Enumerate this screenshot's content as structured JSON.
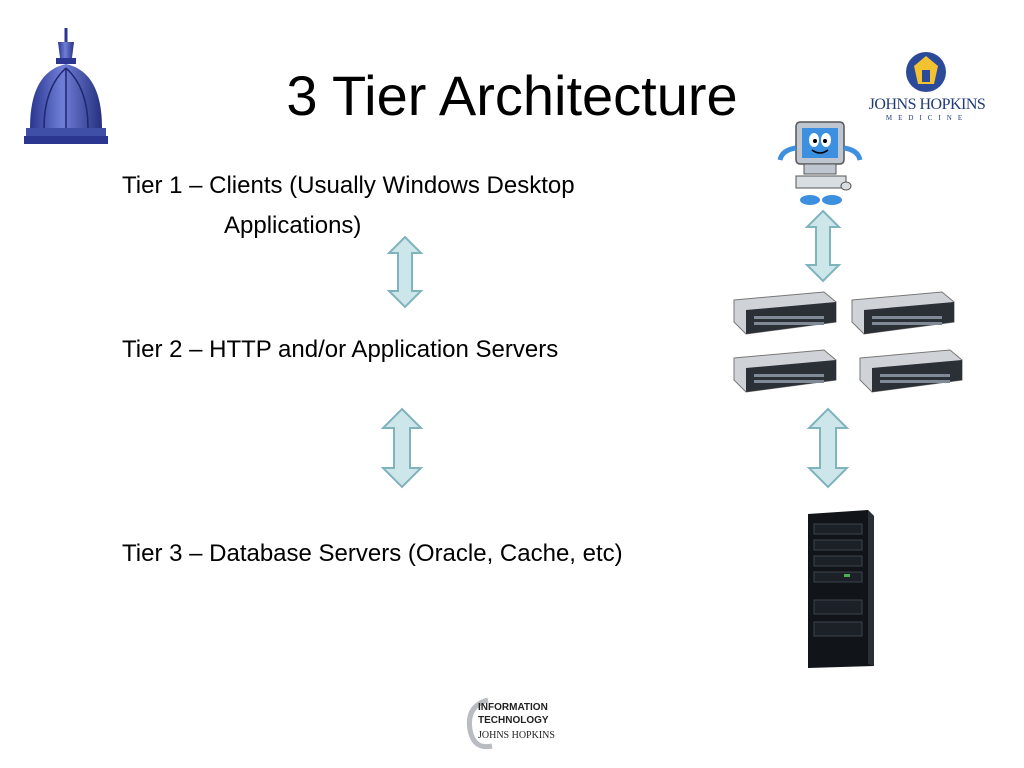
{
  "slide": {
    "title": "3 Tier Architecture",
    "tiers": [
      {
        "line1": "Tier 1 – Clients (Usually Windows Desktop",
        "line2": "Applications)"
      },
      {
        "line1": "Tier 2 – HTTP and/or Application Servers"
      },
      {
        "line1": "Tier 3 – Database Servers (Oracle, Cache, etc)"
      }
    ]
  },
  "logos": {
    "left": {
      "icon": "dome-icon"
    },
    "right": {
      "icon": "johns-hopkins-medicine-logo",
      "text": "JOHNS HOPKINS",
      "subtext": "MEDICINE"
    },
    "bottom": {
      "icon": "information-technology-logo",
      "lines": [
        "INFORMATION",
        "TECHNOLOGY",
        "JOHNS HOPKINS"
      ]
    }
  },
  "illustrations": {
    "client": {
      "icon": "desktop-computer-mascot-icon"
    },
    "app_servers": {
      "icon": "rack-server-icon",
      "count": 4
    },
    "database": {
      "icon": "server-tower-icon"
    }
  },
  "colors": {
    "arrow_fill": "#cde6ea",
    "arrow_stroke": "#7fb4bd",
    "dome": "#3f4fa8"
  }
}
